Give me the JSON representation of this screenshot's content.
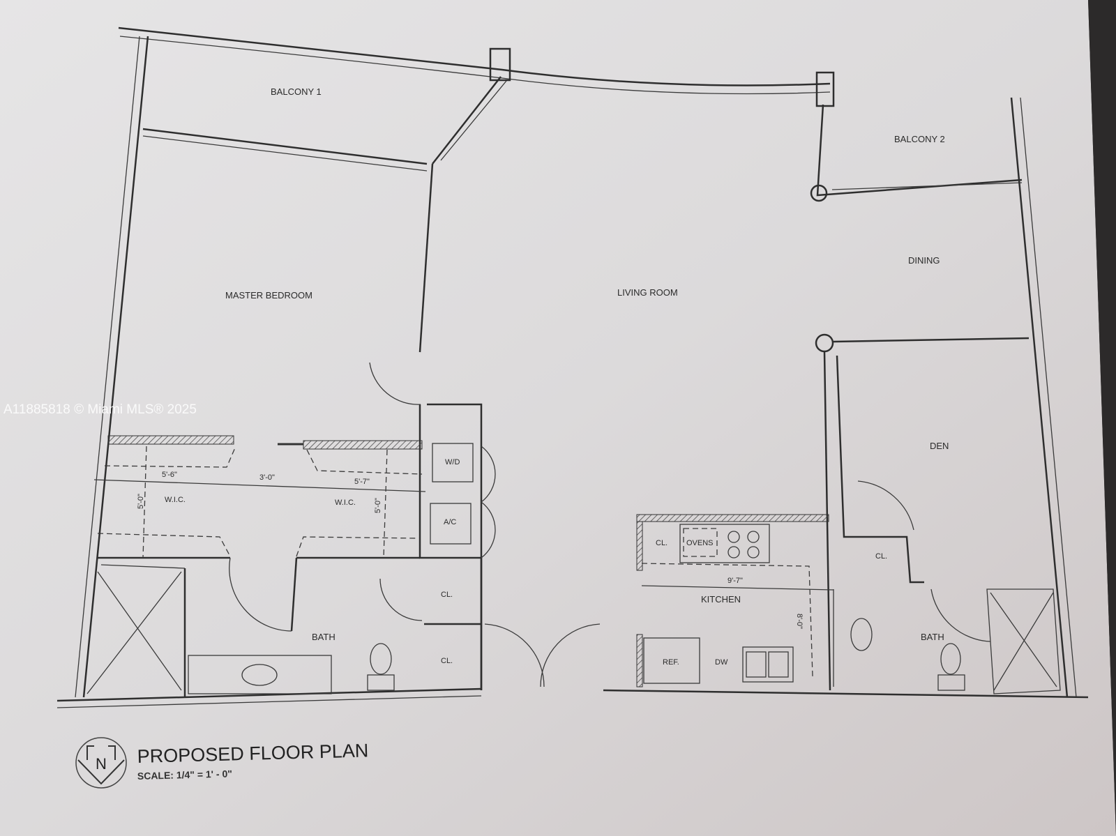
{
  "plan": {
    "title": "PROPOSED FLOOR PLAN",
    "scale": "SCALE: 1/4\" = 1' - 0\"",
    "north_label": "N",
    "rooms": {
      "balcony1": "BALCONY 1",
      "balcony2": "BALCONY 2",
      "master_bedroom": "MASTER BEDROOM",
      "living_room": "LIVING ROOM",
      "dining": "DINING",
      "den": "DEN",
      "wic1": "W.I.C.",
      "wic2": "W.I.C.",
      "wd": "W/D",
      "ac": "A/C",
      "cl1": "CL.",
      "cl2": "CL.",
      "cl3": "CL.",
      "cl4": "CL.",
      "bath1": "BATH",
      "bath2": "BATH",
      "kitchen": "KITCHEN",
      "ovens": "OVENS",
      "ref": "REF.",
      "dw": "DW"
    },
    "dimensions": {
      "d1": "5'-6\"",
      "d2": "3'-0\"",
      "d3": "5'-7\"",
      "d4": "5'-0\"",
      "d5": "5'-0\"",
      "d6": "9'-7\"",
      "d7": "8'-0\""
    }
  },
  "watermark": "A11885818 © Miami MLS® 2025"
}
